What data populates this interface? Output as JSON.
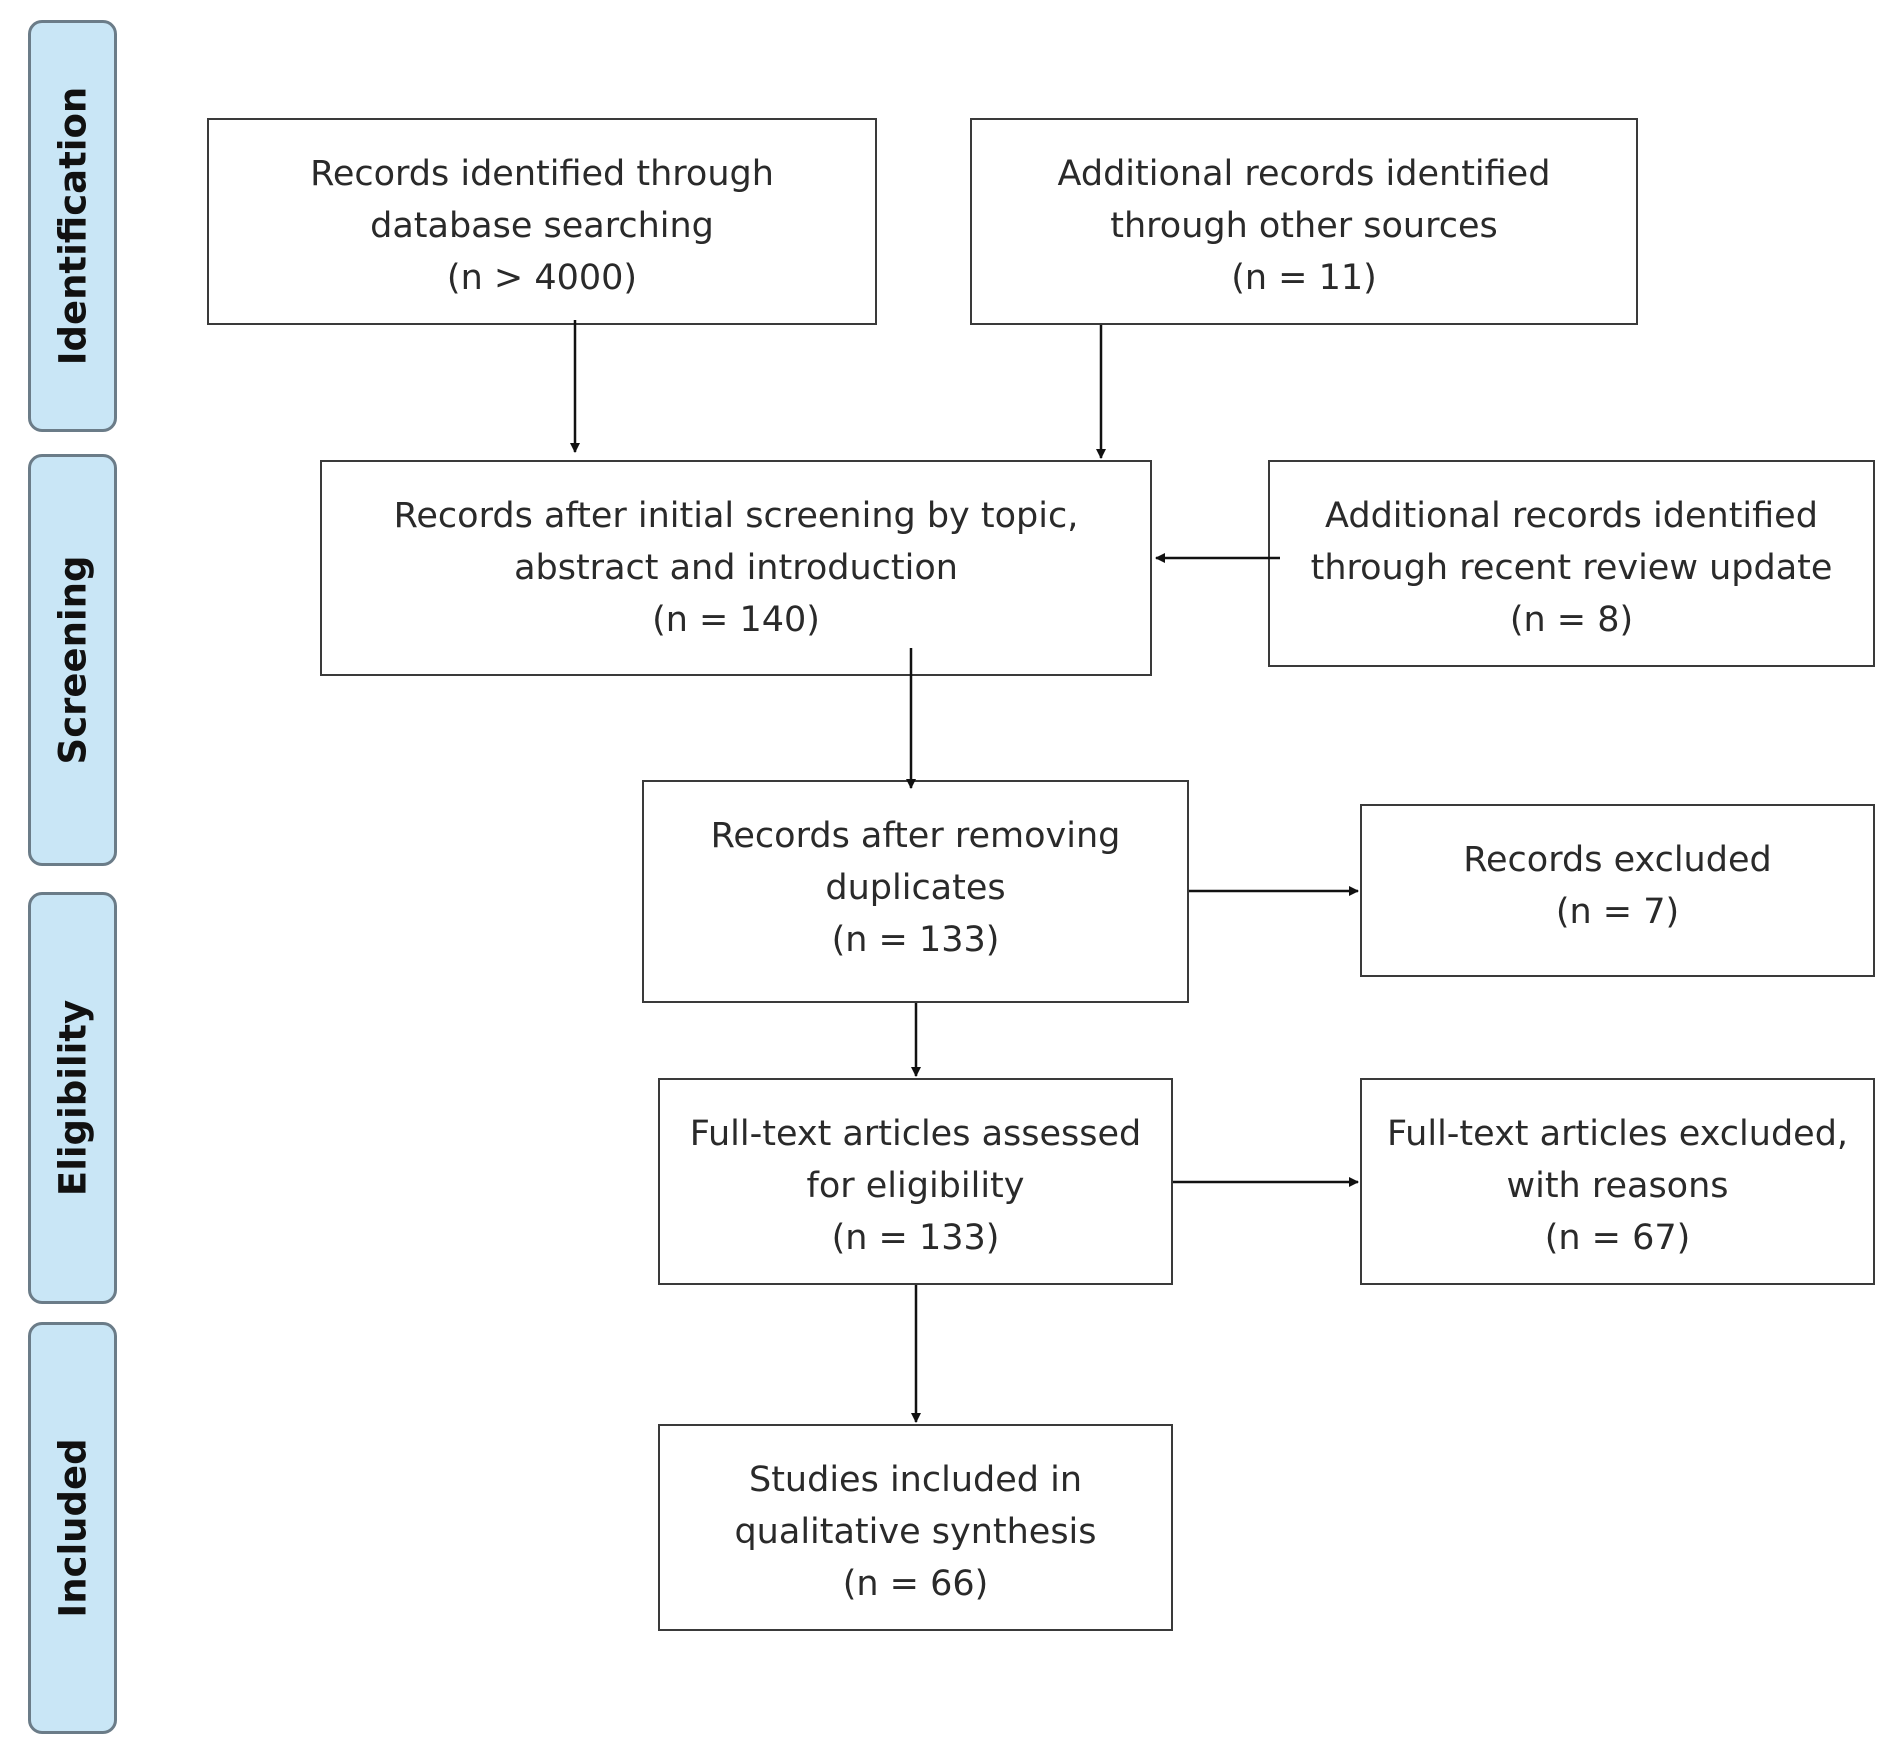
{
  "phases": {
    "identification": "Identification",
    "screening": "Screening",
    "eligibility": "Eligibility",
    "included": "Included"
  },
  "boxes": {
    "database": {
      "lines": [
        "Records identified through",
        "database searching",
        "(n > 4000)"
      ]
    },
    "other_sources": {
      "lines": [
        "Additional records identified",
        "through other sources",
        "(n = 11)"
      ]
    },
    "initial_screening": {
      "lines": [
        "Records after initial screening by topic,",
        "abstract and introduction",
        "(n = 140)"
      ]
    },
    "review_update": {
      "lines": [
        "Additional records identified",
        "through recent review update",
        "(n = 8)"
      ]
    },
    "duplicates_removed": {
      "lines": [
        "Records after removing",
        "duplicates",
        "(n = 133)"
      ]
    },
    "records_excluded": {
      "lines": [
        "Records excluded",
        "(n = 7)"
      ]
    },
    "fulltext_assessed": {
      "lines": [
        "Full-text articles assessed",
        "for eligibility",
        "(n = 133)"
      ]
    },
    "fulltext_excluded": {
      "lines": [
        "Full-text articles excluded,",
        "with reasons",
        "(n = 67)"
      ]
    },
    "studies_included": {
      "lines": [
        "Studies included in",
        "qualitative synthesis",
        "(n = 66)"
      ]
    }
  }
}
